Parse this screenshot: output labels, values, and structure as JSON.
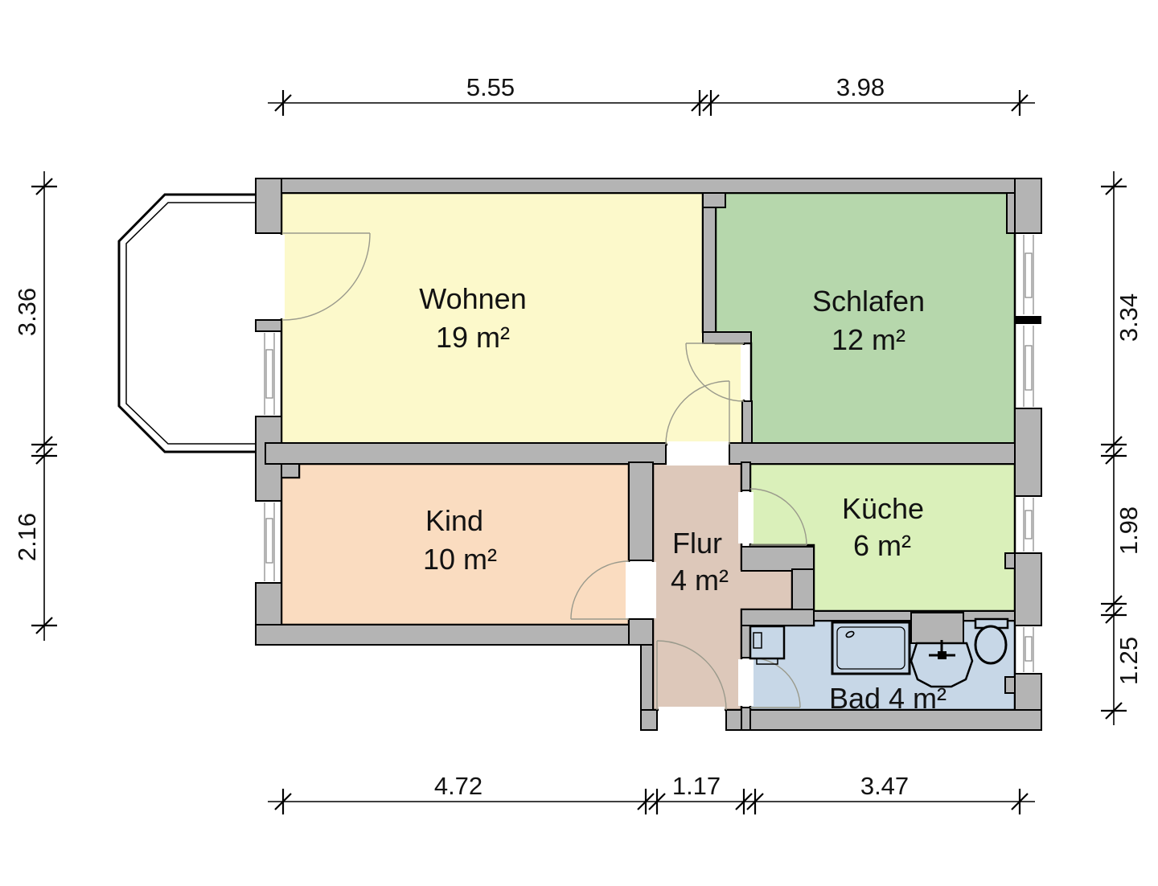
{
  "plan": {
    "rooms": [
      {
        "id": "wohnen",
        "name": "Wohnen",
        "area": "19 m²",
        "color": "#fcf9cb"
      },
      {
        "id": "schlafen",
        "name": "Schlafen",
        "area": "12 m²",
        "color": "#b6d7ac"
      },
      {
        "id": "kind",
        "name": "Kind",
        "area": "10 m²",
        "color": "#fadcc0"
      },
      {
        "id": "flur",
        "name": "Flur",
        "area": "4 m²",
        "color": "#ddc8ba"
      },
      {
        "id": "kueche",
        "name": "Küche",
        "area": "6 m²",
        "color": "#daf0ba"
      },
      {
        "id": "bad",
        "name": "Bad",
        "area": "4 m²",
        "label": "Bad 4 m²",
        "color": "#c7d7e7"
      }
    ],
    "dimensions_m": {
      "top": [
        "5.55",
        "3.98"
      ],
      "bottom": [
        "4.72",
        "1.17",
        "3.47"
      ],
      "left": [
        "3.36",
        "2.16"
      ],
      "right": [
        "3.34",
        "1.98",
        "1.25"
      ]
    },
    "fixtures": [
      "washing-machine",
      "bathtub",
      "sink",
      "toilet"
    ],
    "colors": {
      "wall": "#b4b4b4",
      "outline": "#000000",
      "door_arc": "#9a9a8c",
      "window_frame": "#8d8d8d",
      "background": "#ffffff"
    }
  }
}
